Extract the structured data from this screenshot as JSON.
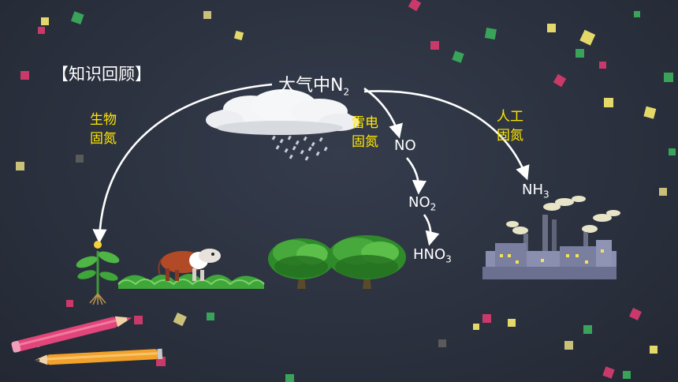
{
  "title": "【知识回顾】",
  "nodes": {
    "atmosphere": {
      "prefix": "大气中N",
      "sub": "2"
    },
    "no": {
      "text": "NO"
    },
    "no2": {
      "prefix": "NO",
      "sub": "2"
    },
    "hno3": {
      "prefix": "HNO",
      "sub": "3"
    },
    "nh3": {
      "prefix": "NH",
      "sub": "3"
    }
  },
  "labels": {
    "bio": [
      "生物",
      "固氮"
    ],
    "lightning": [
      "雷电",
      "固氮"
    ],
    "industrial": [
      "人工",
      "固氮"
    ]
  },
  "colors": {
    "background": "#2b3140",
    "label_yellow": "#ffe600",
    "arrow": "#ffffff",
    "foliage": "#3fa63a"
  }
}
